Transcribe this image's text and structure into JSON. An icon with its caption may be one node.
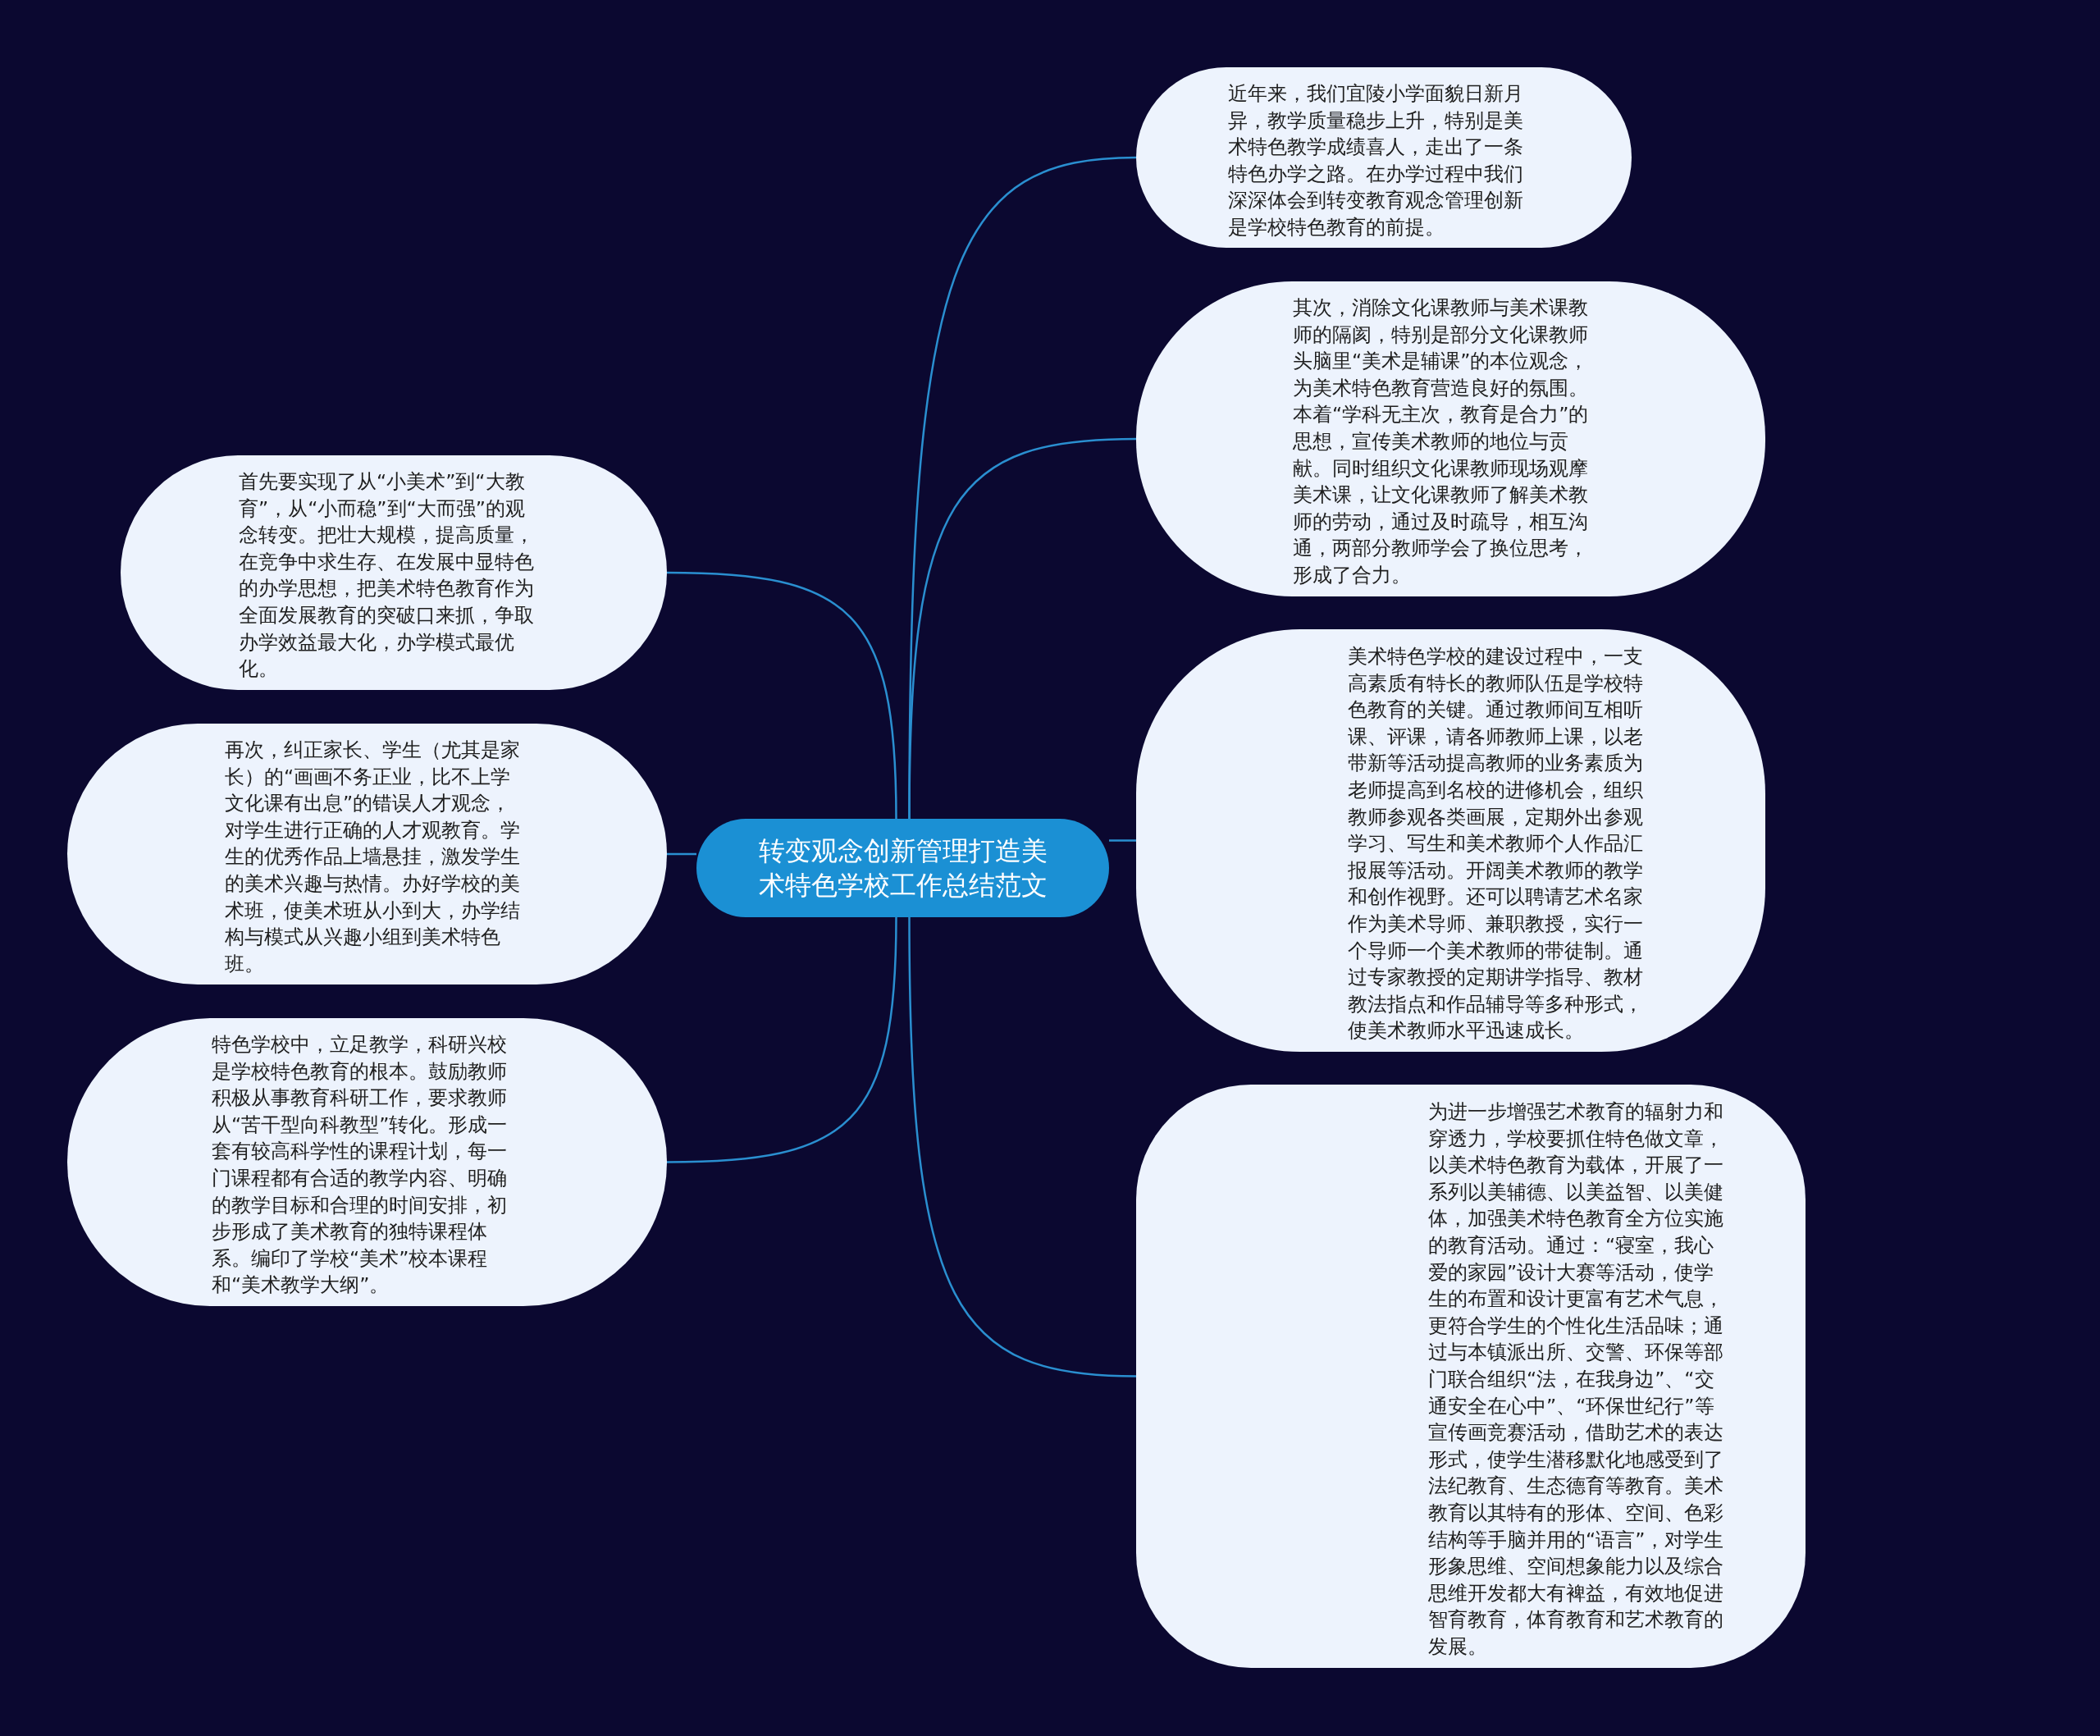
{
  "diagram": {
    "nodes": [
      {
        "text": [
          "转变观念创新管理打造美术特色学校工作总结范文"
        ]
      },
      {
        "text": [
          "近年来，我们宜陵小学面貌日新月异，教学质量稳步上升，特别是美术特色教学成绩喜人，走出了一条特色办学之路。在办学过程中我们深深体会到转变教育观念管理创新是学校特色教育的前提。"
        ]
      },
      {
        "text": [
          "其次，消除文化课教师与美术课教师的隔阂，特别是部分文化课教师头脑里“美术是辅课”的本位观念，为美术特色教育营造良好的氛围。本着“学科无主次，教育是合力”的思想，宣传美术教师的地位与贡献。同时组织文化课教师现场观摩美术课，让文化课教师了解美术教师的劳动，通过及时疏导，相互沟通，两部分教师学会了换位思考，形成了合力。"
        ]
      },
      {
        "text": [
          "美术特色学校的建设过程中，一支高素质有特长的教师队伍是学校特色教育的关键。通过教师间互相听课、评课，请各师教师上课，以老带新等活动提高教师的业务素质为老师提高到名校的进修机会，组织教师参观各类画展，定期外出参观学习、写生和美术教师个人作品汇报展等活动。开阔美术教师的教学和创作视野。还可以聘请艺术名家作为美术导师、兼职教授，实行一个导师一个美术教师的带徒制。通过专家教授的定期讲学指导、教材教法指点和作品辅导等多种形式，使美术教师水平迅速成长。"
        ]
      },
      {
        "text": [
          "为进一步增强艺术教育的辐射力和穿透力，学校要抓住特色做文章，以美术特色教育为载体，开展了一系列以美辅德、以美益智、以美健体，加强美术特色教育全方位实施的教育活动。通过：“寝室，我心爱的家园”设计大赛等活动，使学生的布置和设计更富有艺术气息，更符合学生的个性化生活品味；通过与本镇派出所、交警、环保等部门联合组织“法，在我身边”、“交通安全在心中”、“环保世纪行”等宣传画竞赛活动，借助艺术的表达形式，使学生潜移默化地感受到了法纪教育、生态德育等教育。美术教育以其特有的形体、空间、色彩结构等手脑并用的“语言”，对学生形象思维、空间想象能力以及综合思维开发都大有裨益，有效地促进智育教育，体育教育和艺术教育的发展。"
        ]
      },
      {
        "text": [
          "首先要实现了从“小美术”到“大教育”，从“小而稳”到“大而强”的观念转变。把壮大规模，提高质量，在竞争中求生存、在发展中显特色的办学思想，把美术特色教育作为全面发展教育的突破口来抓，争取办学效益最大化，办学模式最优化。"
        ]
      },
      {
        "text": [
          "再次，纠正家长、学生（尤其是家长）的“画画不务正业，比不上学文化课有出息”的错误人才观念，对学生进行正确的人才观教育。学生的优秀作品上墙悬挂，激发学生的美术兴趣与热情。办好学校的美术班，使美术班从小到大，办学结构与模式从兴趣小组到美术特色班。"
        ]
      },
      {
        "text": [
          "特色学校中，立足教学，科研兴校是学校特色教育的根本。鼓励教师积极从事教育科研工作，要求教师从“苦干型向科教型”转化。形成一套有较高科学性的课程计划，每一门课程都有合适的教学内容、明确的教学目标和合理的时间安排，初步形成了美术教育的独特课程体系。编印了学校“美术”校本课程和“美术教学大纲”。"
        ]
      }
    ],
    "edges": [
      {
        "from": 0,
        "to": 1,
        "arrow": "none"
      },
      {
        "from": 0,
        "to": 2,
        "arrow": "none"
      },
      {
        "from": 0,
        "to": 3,
        "arrow": "none"
      },
      {
        "from": 0,
        "to": 4,
        "arrow": "none"
      },
      {
        "from": 0,
        "to": 5,
        "arrow": "none"
      },
      {
        "from": 0,
        "to": 6,
        "arrow": "none"
      },
      {
        "from": 0,
        "to": 7,
        "arrow": "none"
      }
    ]
  }
}
